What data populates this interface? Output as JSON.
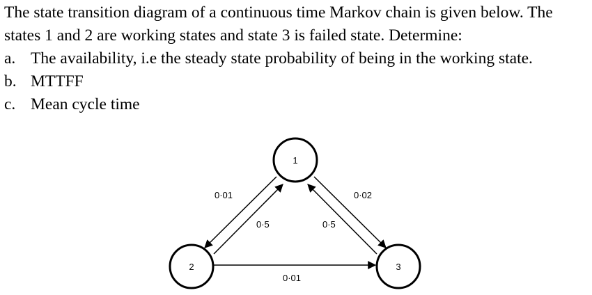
{
  "problem": {
    "intro_line1": "The state transition diagram of a continuous time Markov chain is given below. The",
    "intro_line2": "states 1 and 2 are working states and state 3 is failed state. Determine:",
    "items": [
      {
        "letter": "a.",
        "text": "The availability, i.e the steady state probability of being in the working state."
      },
      {
        "letter": "b.",
        "text": "MTTFF"
      },
      {
        "letter": "c.",
        "text": "Mean cycle time"
      }
    ]
  },
  "diagram": {
    "states": [
      {
        "id": "1",
        "label": "1"
      },
      {
        "id": "2",
        "label": "2"
      },
      {
        "id": "3",
        "label": "3"
      }
    ],
    "transitions": [
      {
        "from": "1",
        "to": "2",
        "rate": "0·01"
      },
      {
        "from": "2",
        "to": "1",
        "rate": "0·5"
      },
      {
        "from": "1",
        "to": "3",
        "rate": "0·02"
      },
      {
        "from": "3",
        "to": "1",
        "rate": "0·5"
      },
      {
        "from": "2",
        "to": "3",
        "rate": "0·01"
      }
    ]
  }
}
